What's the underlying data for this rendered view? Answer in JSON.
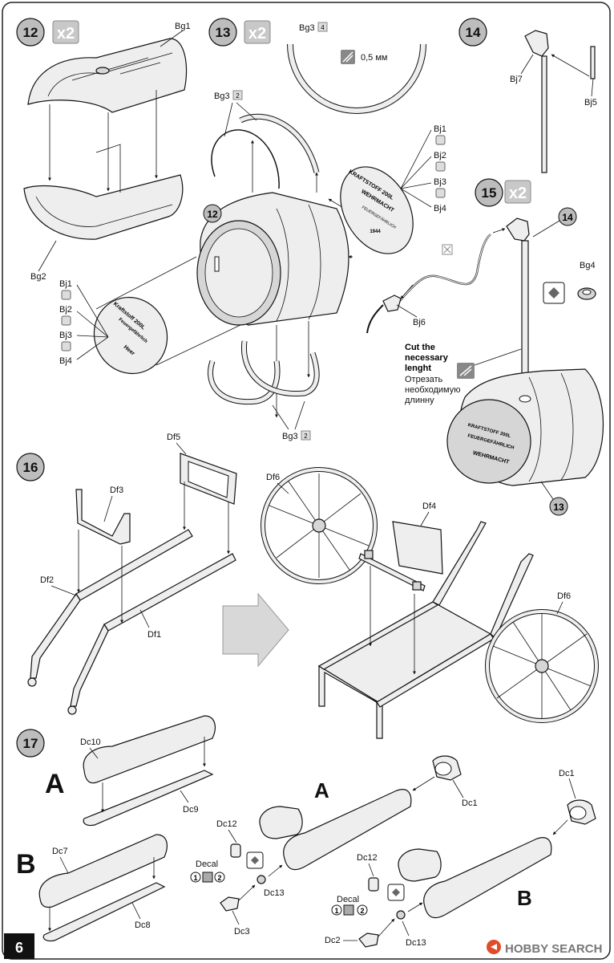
{
  "page": {
    "number": "6"
  },
  "watermark": {
    "brand": "HOBBY SEARCH"
  },
  "steps": [
    {
      "num": "12",
      "mult": "x2"
    },
    {
      "num": "13",
      "mult": "x2"
    },
    {
      "num": "14",
      "mult": ""
    },
    {
      "num": "15",
      "mult": "x2"
    },
    {
      "num": "16",
      "mult": ""
    },
    {
      "num": "17",
      "mult": ""
    }
  ],
  "refs": {
    "r12": "12",
    "r14": "14",
    "r13": "13"
  },
  "parts": {
    "bg1": "Bg1",
    "bg2": "Bg2",
    "bg3_4": "Bg3",
    "bg3_4n": "4",
    "bg3_top": "Bg3",
    "bg3_topn": "2",
    "bg3_bot": "Bg3",
    "bg3_botn": "2",
    "bg4": "Bg4",
    "bj1a": "Bj1",
    "bj2a": "Bj2",
    "bj3a": "Bj3",
    "bj4a": "Bj4",
    "bj1b": "Bj1",
    "bj2b": "Bj2",
    "bj3b": "Bj3",
    "bj4b": "Bj4",
    "bj5": "Bj5",
    "bj6": "Bj6",
    "bj7": "Bj7",
    "df1": "Df1",
    "df2": "Df2",
    "df3": "Df3",
    "df4": "Df4",
    "df5": "Df5",
    "df6a": "Df6",
    "df6b": "Df6",
    "dc1a": "Dc1",
    "dc1b": "Dc1",
    "dc2": "Dc2",
    "dc3": "Dc3",
    "dc7": "Dc7",
    "dc8": "Dc8",
    "dc9": "Dc9",
    "dc10": "Dc10",
    "dc12a": "Dc12",
    "dc12b": "Dc12",
    "dc13a": "Dc13",
    "dc13b": "Dc13"
  },
  "notes": {
    "thickness": "0,5 мм",
    "cut_en_1": "Cut the",
    "cut_en_2": "necessary",
    "cut_en_3": "lenght",
    "cut_ru_1": "Отрезать",
    "cut_ru_2": "необходимую",
    "cut_ru_3": "длинну",
    "decal_a": "Decal",
    "decal_b": "Decal",
    "d1a": "1",
    "d2a": "2",
    "d1b": "1",
    "d2b": "2"
  },
  "variants": {
    "a_left": "A",
    "b_left": "B",
    "a_right": "A",
    "b_right": "B"
  },
  "decals": {
    "lid_left": [
      "Kraftstoff 200L",
      "Feuergefährlich",
      "Heer"
    ],
    "lid_right": [
      "KRAFTSTOFF 200L",
      "WEHRMACHT",
      "FEUERGEFÄHRLICH",
      "1944"
    ],
    "drum13": [
      "KRAFTSTOFF 200L",
      "FEUERGEFÄHRLICH",
      "WEHRMACHT"
    ]
  }
}
